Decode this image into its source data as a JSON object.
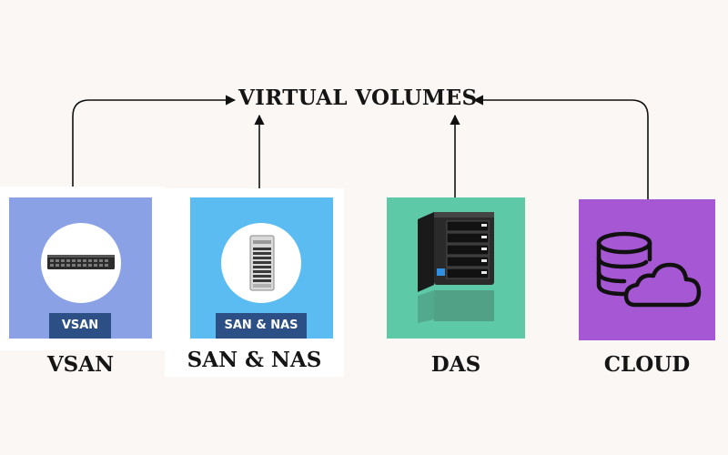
{
  "diagram": {
    "title": "VIRTUAL VOLUMES",
    "nodes": [
      {
        "id": "vsan",
        "badge": "VSAN",
        "caption": "VSAN",
        "icon": "rack-server-icon",
        "color": "#8aa1e6"
      },
      {
        "id": "san-nas",
        "badge": "SAN & NAS",
        "caption": "SAN & NAS",
        "icon": "tower-server-icon",
        "color": "#5bbcf1"
      },
      {
        "id": "das",
        "caption": "DAS",
        "icon": "nas-enclosure-icon",
        "color": "#5ec9a6"
      },
      {
        "id": "cloud",
        "caption": "CLOUD",
        "icon": "database-cloud-icon",
        "color": "#a557d4"
      }
    ],
    "edges": [
      {
        "from": "vsan",
        "to": "title"
      },
      {
        "from": "san-nas",
        "to": "title"
      },
      {
        "from": "das",
        "to": "title"
      },
      {
        "from": "cloud",
        "to": "title"
      }
    ]
  }
}
